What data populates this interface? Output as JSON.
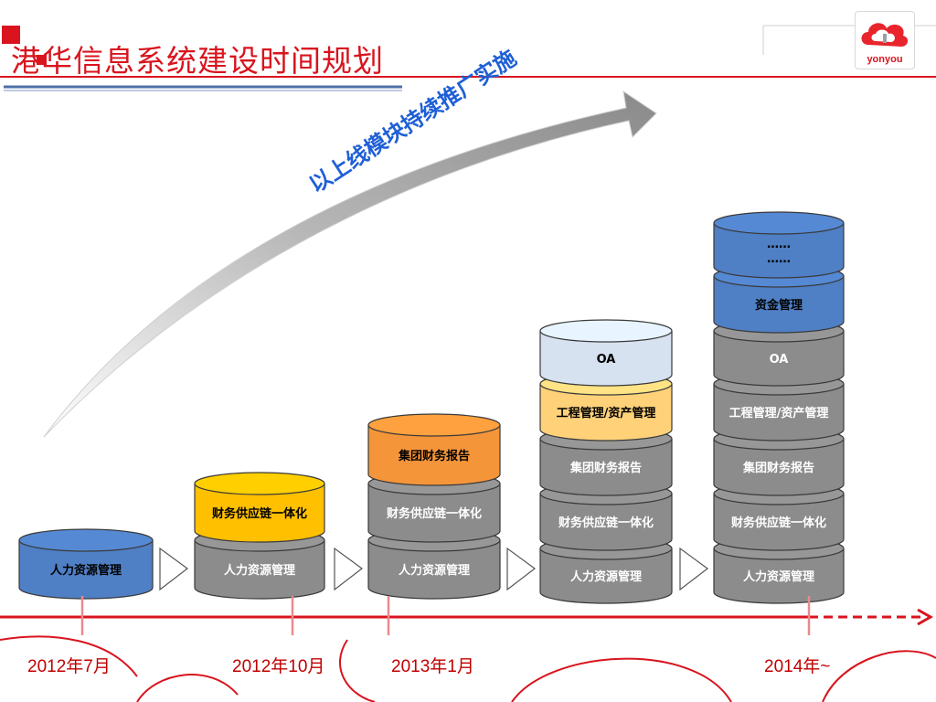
{
  "title": "港华信息系统建设时间规划",
  "logo": {
    "text": "yonyou",
    "icon": "cloud-logo-icon"
  },
  "arrow_caption": "以上线模块持续推广实施",
  "dates": [
    "2012年7月",
    "2012年10月",
    "2013年1月",
    "2014年~"
  ],
  "stages": [
    {
      "modules": [
        "人力资源管理"
      ]
    },
    {
      "modules": [
        "人力资源管理",
        "财务供应链一体化"
      ]
    },
    {
      "modules": [
        "人力资源管理",
        "财务供应链一体化",
        "集团财务报告"
      ]
    },
    {
      "modules": [
        "人力资源管理",
        "财务供应链一体化",
        "集团财务报告",
        "工程管理/资产管理",
        "OA"
      ]
    },
    {
      "modules": [
        "人力资源管理",
        "财务供应链一体化",
        "集团财务报告",
        "工程管理/资产管理",
        "OA",
        "资金管理",
        "……\n……"
      ]
    }
  ],
  "colors": {
    "accent_red": "#d9141e",
    "blue": "#4f7fc4",
    "yellow": "#ffc000",
    "orange": "#f5953a",
    "light_orange": "#ffd27a",
    "light_blue": "#d7e2f1",
    "gray": "#8c8c8c"
  }
}
